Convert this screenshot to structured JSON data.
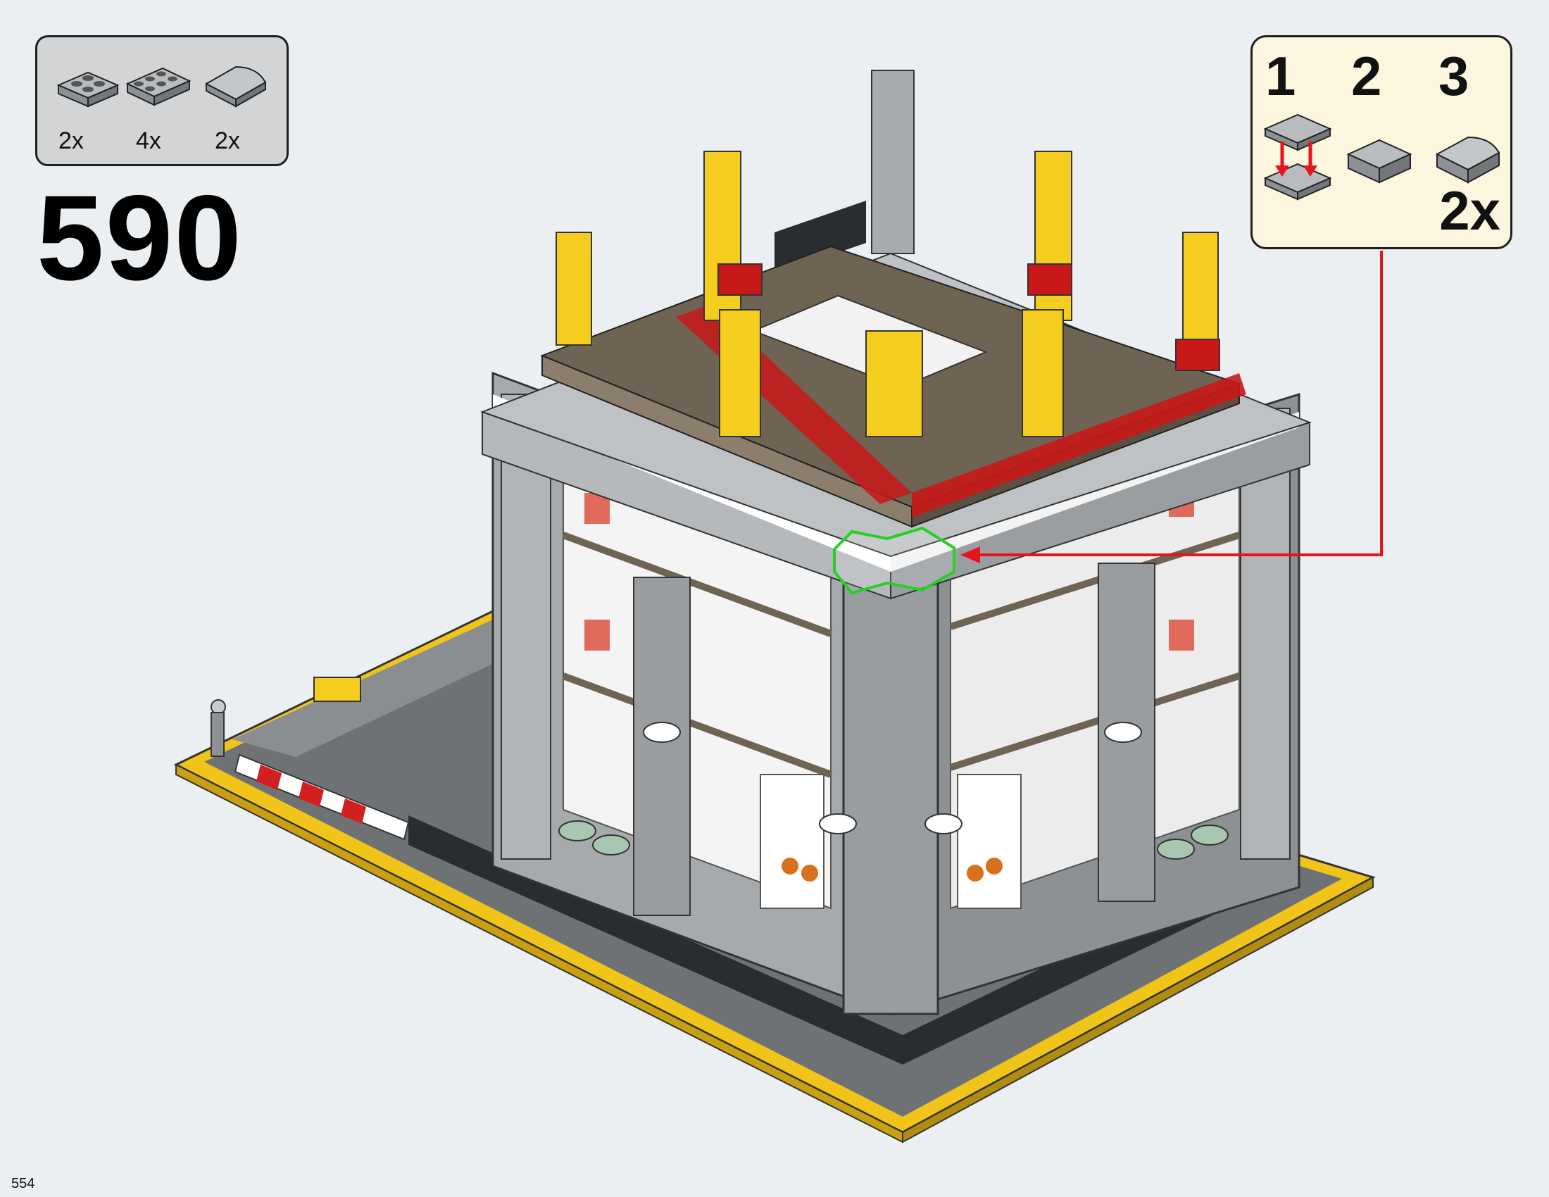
{
  "parts_list": {
    "items": [
      {
        "icon": "plate-2x2-icon",
        "qty": "2x"
      },
      {
        "icon": "plate-2x3-icon",
        "qty": "4x"
      },
      {
        "icon": "curved-slope-icon",
        "qty": "2x"
      }
    ]
  },
  "step": {
    "number": "590"
  },
  "callout": {
    "steps": [
      "1",
      "2",
      "3"
    ],
    "multiplier": "2x"
  },
  "page": {
    "number": "554"
  },
  "colors": {
    "background": "#ebeff2",
    "callout_background": "#fdf6df",
    "parts_background": "#d2d4d6",
    "pointer": "#e8141c",
    "highlight": "#22d122",
    "brick_yellow": "#f4cd1f",
    "brick_red": "#c81818",
    "brick_brown": "#6f6353",
    "brick_grey": "#a8abad"
  }
}
